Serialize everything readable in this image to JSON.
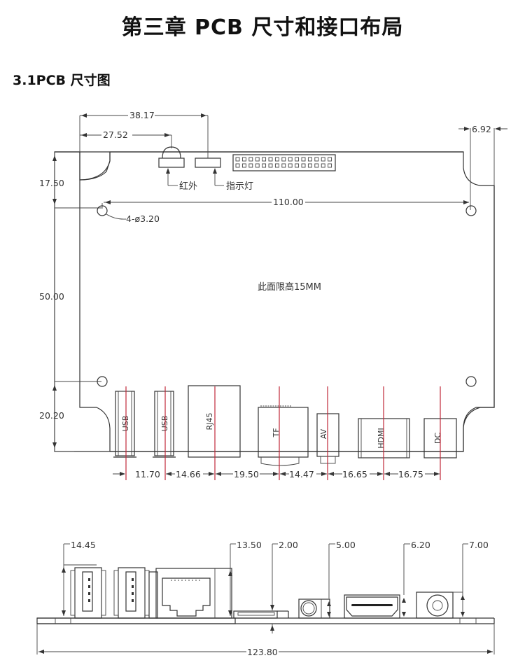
{
  "page": {
    "title": "第三章  PCB 尺寸和接口布局",
    "section": "3.1PCB 尺寸图"
  },
  "top_view": {
    "dims": {
      "ir_offset": "27.52",
      "led_offset": "38.17",
      "right_offset": "6.92",
      "hole_spacing": "110.00",
      "hole_spec": "4-ø3.20",
      "left_top": "17.50",
      "left_mid": "50.00",
      "left_bottom": "20.20"
    },
    "callouts": {
      "ir": "红外",
      "led": "指示灯"
    },
    "height_note": "此面限高15MM",
    "ports": [
      "USB",
      "USB",
      "RJ45",
      "TF",
      "AV",
      "HDMI",
      "DC"
    ],
    "port_spacing": [
      "11.70",
      "14.66",
      "19.50",
      "14.47",
      "16.65",
      "16.75"
    ]
  },
  "side_view": {
    "heights": {
      "usb": "14.45",
      "rj45": "13.50",
      "tf": "2.00",
      "av": "5.00",
      "hdmi": "6.20",
      "dc": "7.00"
    },
    "total_length": "123.80"
  }
}
